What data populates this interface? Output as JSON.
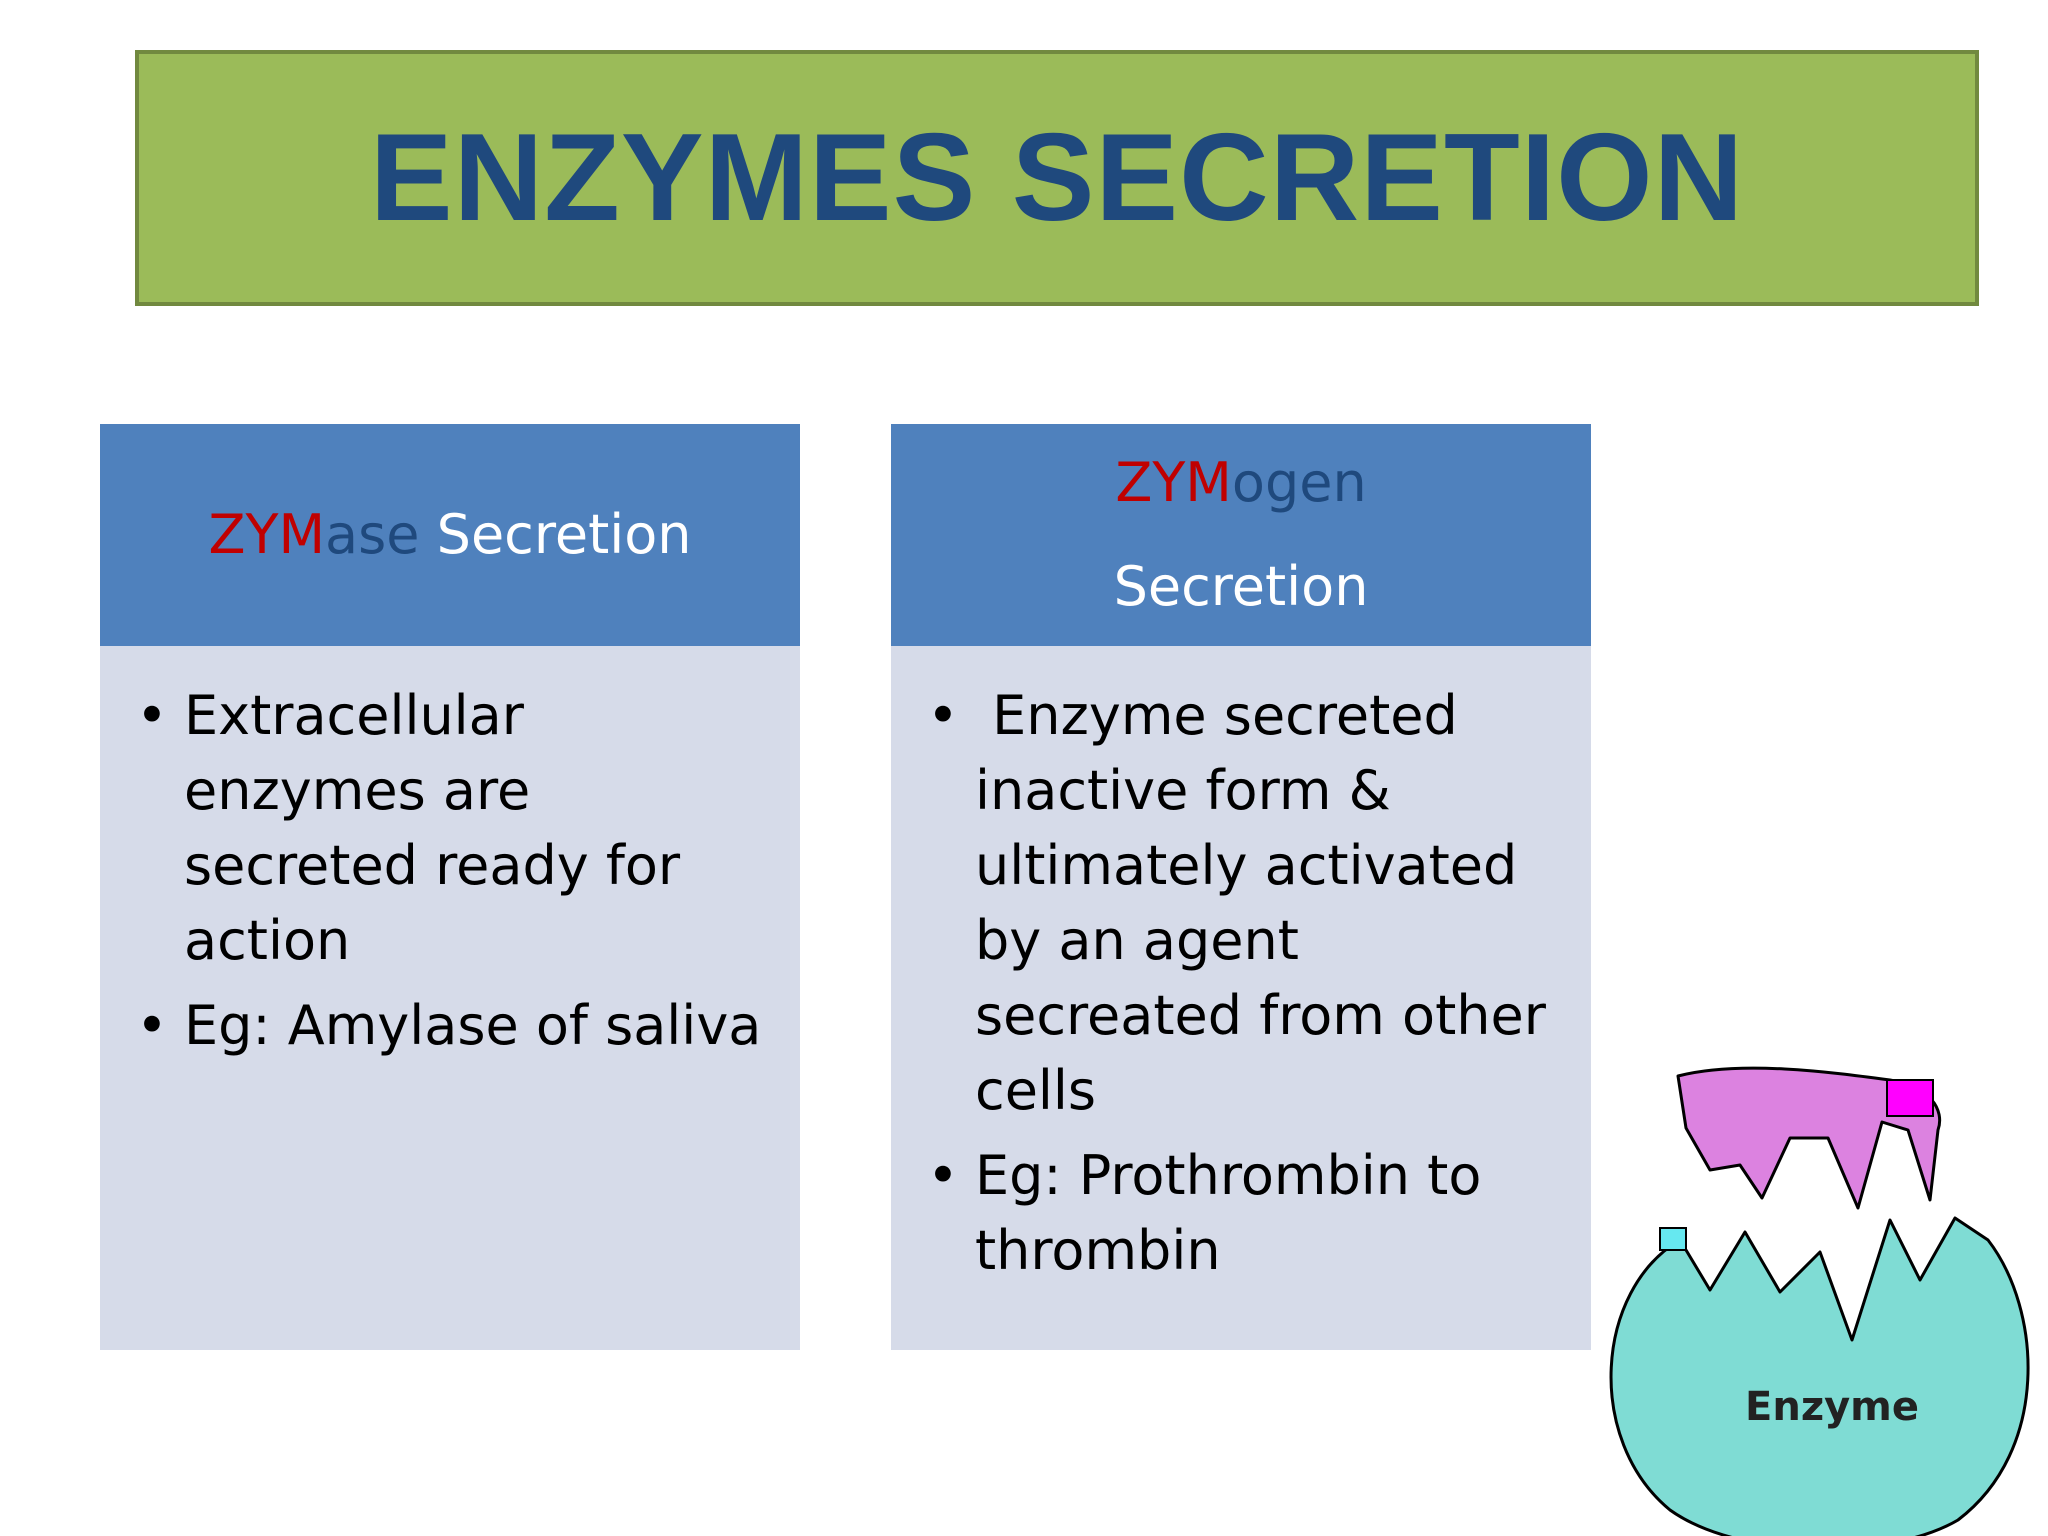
{
  "slide": {
    "title": "ENZYMES SECRETION",
    "colors": {
      "title_bg": "#9bbb59",
      "title_text": "#1f497d",
      "header_bg": "#4f81bd",
      "body_bg": "#d6dbe9",
      "accent_red": "#c00000"
    }
  },
  "cards": [
    {
      "header_prefix": "ZYM",
      "header_suffix": "ase",
      "header_rest": " Secretion",
      "bullets": [
        "Extracellular enzymes are secreted ready for action",
        "Eg: Amylase of saliva"
      ]
    },
    {
      "header_prefix": "ZYM",
      "header_suffix": "ogen",
      "header_rest": "Secretion",
      "bullets": [
        " Enzyme secreted inactive form & ultimately activated by an agent secreated from other cells",
        "Eg: Prothrombin to thrombin"
      ]
    }
  ],
  "bullet_symbol": "•",
  "illustration": {
    "label": "Enzyme",
    "colors": {
      "enzyme": "#7fdcd4",
      "substrate": "#dc82e0",
      "highlight": "#ff00ff"
    }
  }
}
